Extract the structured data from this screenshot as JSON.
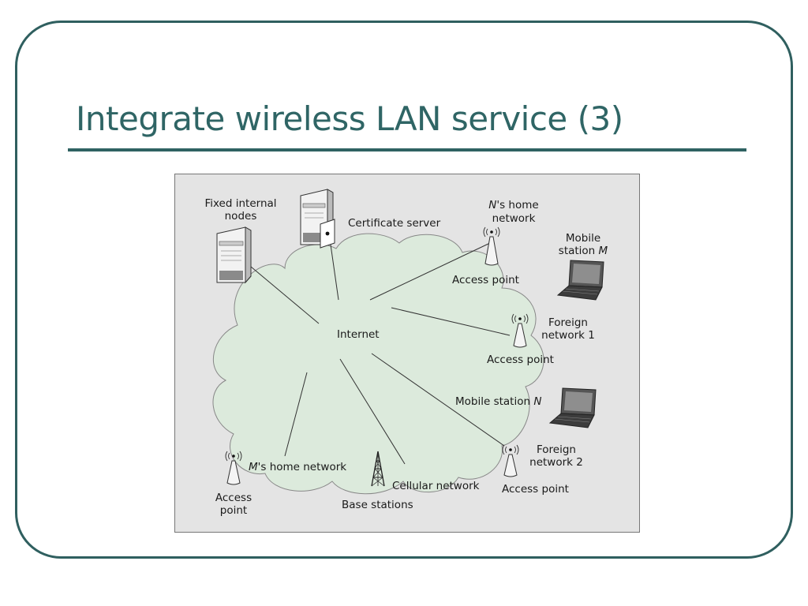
{
  "title": "Integrate wireless LAN service (3)",
  "labels": {
    "fixed_nodes_1": "Fixed internal",
    "fixed_nodes_2": "nodes",
    "certificate_server": "Certificate server",
    "n_home_1_prefix": "N",
    "n_home_1_suffix": "'s home",
    "n_home_2": "network",
    "mobile_m_1": "Mobile",
    "mobile_m_2_prefix": "station ",
    "mobile_m_2_italic": "M",
    "access_point_top": "Access point",
    "internet": "Internet",
    "foreign1_1": "Foreign",
    "foreign1_2": "network 1",
    "access_point_mid": "Access point",
    "mobile_n_prefix": "Mobile station ",
    "mobile_n_italic": "N",
    "foreign2_1": "Foreign",
    "foreign2_2": "network 2",
    "access_point_bottom": "Access point",
    "m_home_prefix": "M",
    "m_home_suffix": "'s home network",
    "cellular_network": "Cellular network",
    "base_stations": "Base stations",
    "access_left_1": "Access",
    "access_left_2": "point"
  },
  "icons": {
    "server": "server-tower-icon",
    "certificate": "certificate-icon",
    "antenna": "wireless-antenna-icon",
    "laptop": "laptop-icon",
    "tower": "cell-tower-icon"
  },
  "colors": {
    "title": "#2f6565",
    "frame": "#2f5f5f",
    "figure_bg": "#e4e4e4",
    "cloud": "#dceadc"
  }
}
